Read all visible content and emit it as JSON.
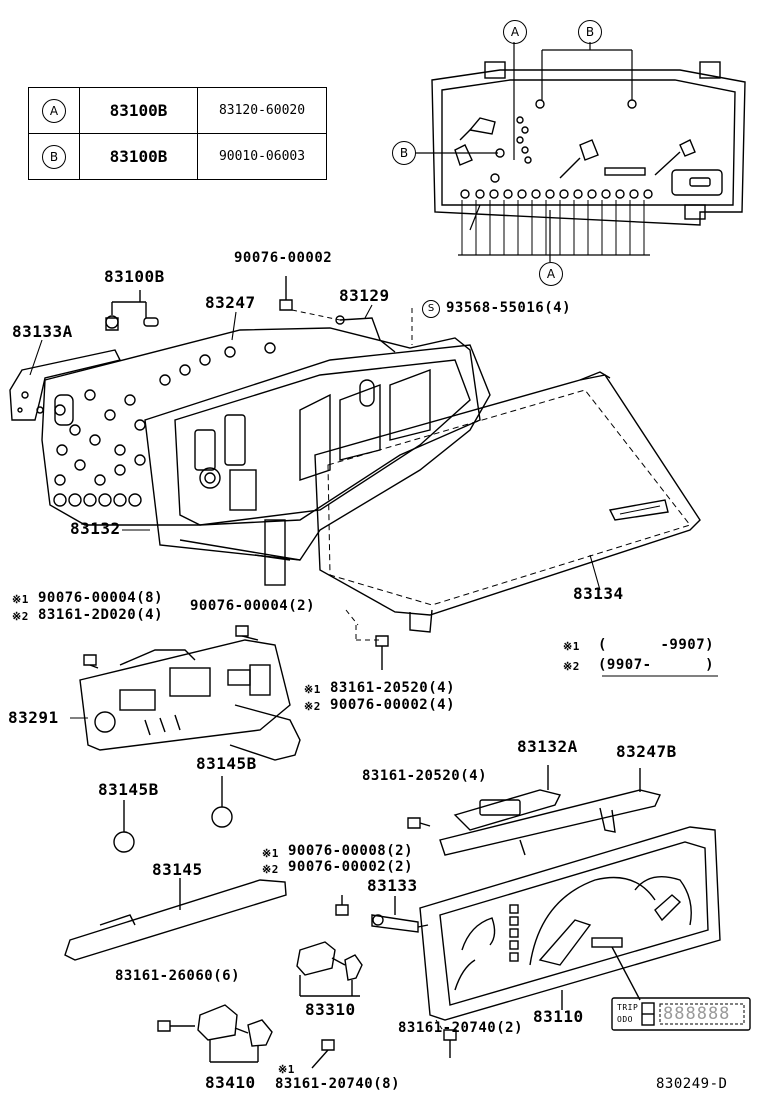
{
  "ref_table": [
    {
      "marker": "A",
      "part": "83100B",
      "subpart": "83120-60020"
    },
    {
      "marker": "B",
      "part": "83100B",
      "subpart": "90010-06003"
    }
  ],
  "callouts": {
    "top_A": "A",
    "top_B": "B",
    "left_B": "B",
    "bottom_A": "A"
  },
  "labels": {
    "p90076_00002": "90076-00002",
    "p83100B": "83100B",
    "p83247": "83247",
    "p83129": "83129",
    "s_mark": "S",
    "p93568": "93568-55016(4)",
    "p83133A": "83133A",
    "p83132": "83132",
    "p83134": "83134",
    "m1_a": "※1",
    "t1_a": "90076-00004(8)",
    "m2_a": "※2",
    "t2_a": "83161-2D020(4)",
    "p90076_00004_2": "90076-00004(2)",
    "note_m1": "※1",
    "note_t1": "(      -9907)",
    "note_m2": "※2",
    "note_t2": "(9907-      )",
    "m1_b": "※1",
    "t1_b": "83161-20520(4)",
    "m2_b": "※2",
    "t2_b": "90076-00002(4)",
    "p83291": "83291",
    "p83145B_a": "83145B",
    "p83145B_b": "83145B",
    "p83132A": "83132A",
    "p83247B": "83247B",
    "p83161_20520": "83161-20520(4)",
    "m1_c": "※1",
    "t1_c": "90076-00008(2)",
    "m2_c": "※2",
    "t2_c": "90076-00002(2)",
    "p83133": "83133",
    "p83145": "83145",
    "p83161_26060": "83161-26060(6)",
    "p83310": "83310",
    "p83110": "83110",
    "p83161_20740_2": "83161-20740(2)",
    "p83410": "83410",
    "m1_d": "※1",
    "p83161_20740_8": "83161-20740(8)",
    "diagram_id": "830249-D",
    "lcd_trip": "TRIP",
    "lcd_odo": "ODO",
    "lcd_digits": "888888"
  }
}
